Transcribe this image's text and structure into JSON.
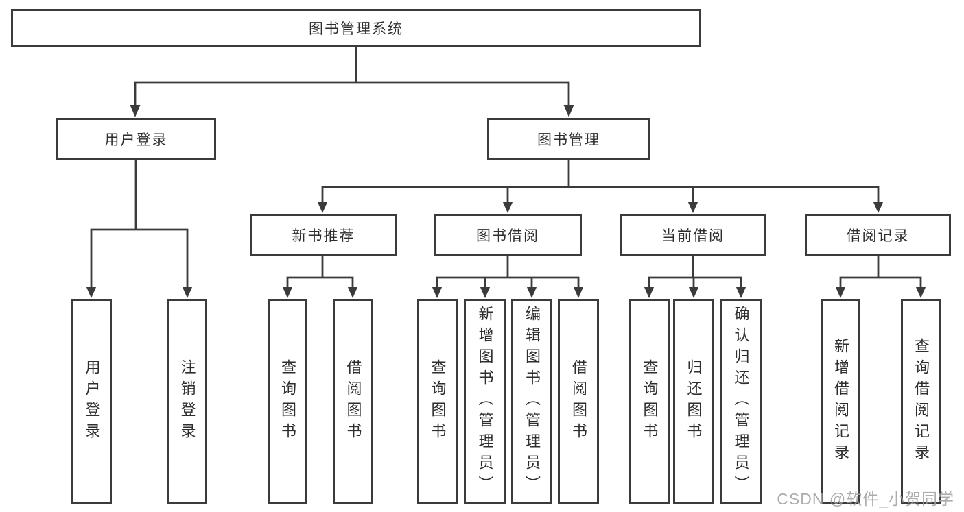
{
  "diagram": {
    "root": "图书管理系统",
    "level2": {
      "login": "用户登录",
      "manage": "图书管理"
    },
    "level3": {
      "newbook": "新书推荐",
      "borrow": "图书借阅",
      "current": "当前借阅",
      "records": "借阅记录"
    },
    "leaves": {
      "login": [
        "用户登录",
        "注销登录"
      ],
      "newbook": [
        "查询图书",
        "借阅图书"
      ],
      "borrow": [
        "查询图书",
        "新增图书（管理员）",
        "编辑图书（管理员）",
        "借阅图书"
      ],
      "current": [
        "查询图书",
        "归还图书",
        "确认归还（管理员）"
      ],
      "records": [
        "新增借阅记录",
        "查询借阅记录"
      ]
    }
  },
  "watermark": {
    "text": "CSDN @软件_小贺同学"
  },
  "colors": {
    "line": "#3b3b3b",
    "text": "#2e2e2e",
    "watermark": "#a3a3a3",
    "background": "#ffffff"
  }
}
